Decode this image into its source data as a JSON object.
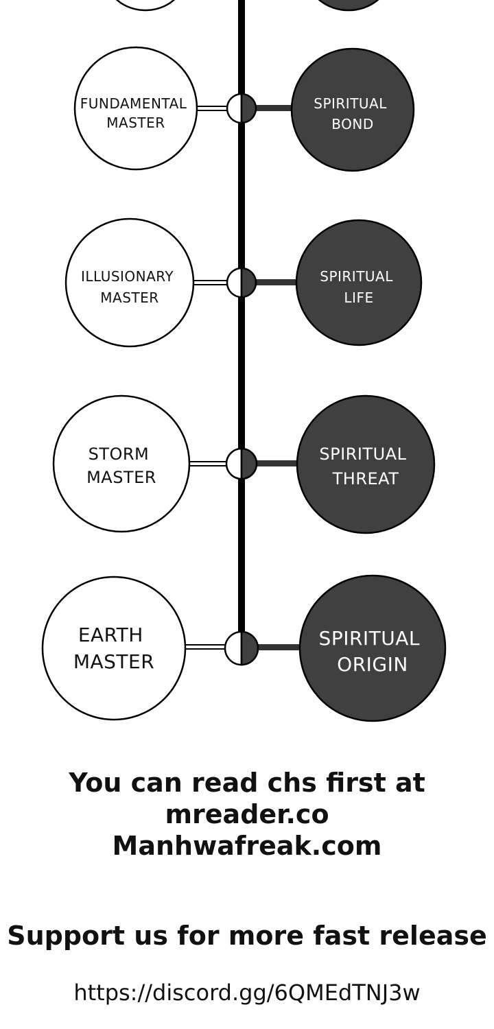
{
  "diagram": {
    "rows": [
      {
        "left": [
          "",
          ""
        ],
        "right": [
          "",
          ""
        ]
      },
      {
        "left": [
          "FUNDAMENTAL",
          "MASTER"
        ],
        "right": [
          "SPIRITUAL",
          "BOND"
        ]
      },
      {
        "left": [
          "ILLUSIONARY",
          "MASTER"
        ],
        "right": [
          "SPIRITUAL",
          "LIFE"
        ]
      },
      {
        "left": [
          "STORM",
          "MASTER"
        ],
        "right": [
          "SPIRITUAL",
          "THREAT"
        ]
      },
      {
        "left": [
          "EARTH",
          "MASTER"
        ],
        "right": [
          "SPIRITUAL",
          "ORIGIN"
        ]
      }
    ]
  },
  "credits": {
    "line1": "You can read chs first at",
    "line2": "mreader.co",
    "line3": "Manhwafreak.com",
    "support": "Support us for more fast release",
    "discord": "https://discord.gg/6QMEdTNJ3w"
  },
  "colors": {
    "dark_node": "#404040",
    "line": "#000000",
    "text_dark": "#111111",
    "text_light": "#ffffff"
  }
}
